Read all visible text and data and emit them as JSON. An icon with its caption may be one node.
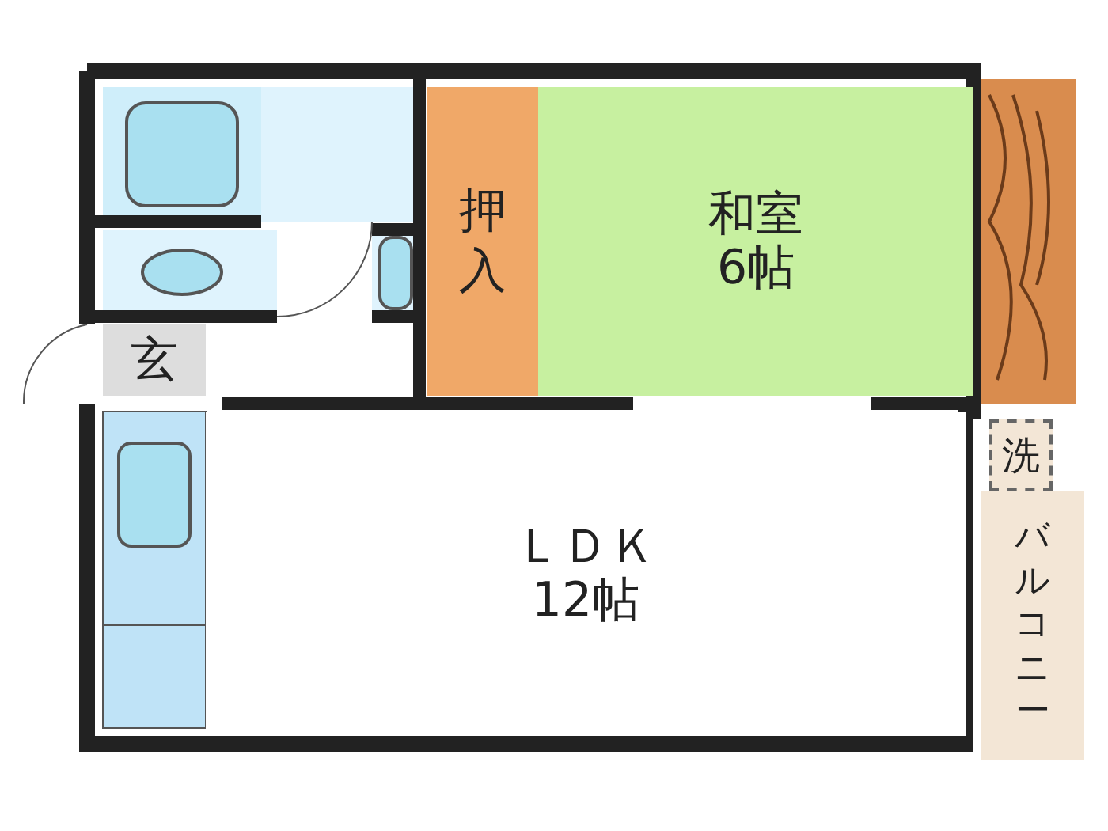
{
  "diagram": {
    "nodes": [
      {
        "text": [
          "押入"
        ]
      },
      {
        "text": [
          "和室",
          "6帖"
        ]
      },
      {
        "text": [
          "玄"
        ]
      },
      {
        "text": [
          "ＬＤＫ",
          "12帖"
        ]
      },
      {
        "text": [
          "洗"
        ]
      },
      {
        "text": [
          "バルコニー"
        ]
      }
    ]
  }
}
